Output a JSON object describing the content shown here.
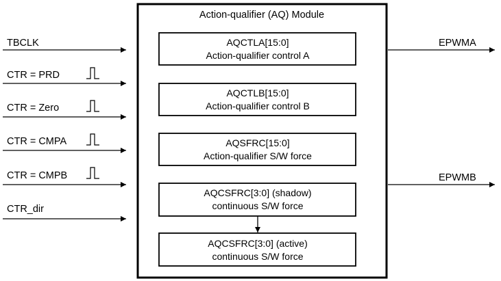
{
  "module": {
    "title": "Action-qualifier (AQ) Module"
  },
  "inputs": [
    {
      "label": "TBCLK",
      "pulse": false
    },
    {
      "label": "CTR = PRD",
      "pulse": true
    },
    {
      "label": "CTR = Zero",
      "pulse": true
    },
    {
      "label": "CTR = CMPA",
      "pulse": true
    },
    {
      "label": "CTR = CMPB",
      "pulse": true
    },
    {
      "label": "CTR_dir",
      "pulse": false
    }
  ],
  "outputs": [
    {
      "label": "EPWMA"
    },
    {
      "label": "EPWMB"
    }
  ],
  "registers": [
    {
      "line1": "AQCTLA[15:0]",
      "line2": "Action-qualifier control A"
    },
    {
      "line1": "AQCTLB[15:0]",
      "line2": "Action-qualifier control B"
    },
    {
      "line1": "AQSFRC[15:0]",
      "line2": "Action-qualifier S/W force"
    },
    {
      "line1": "AQCSFRC[3:0] (shadow)",
      "line2": "continuous S/W force"
    },
    {
      "line1": "AQCSFRC[3:0] (active)",
      "line2": "continuous S/W force"
    }
  ]
}
